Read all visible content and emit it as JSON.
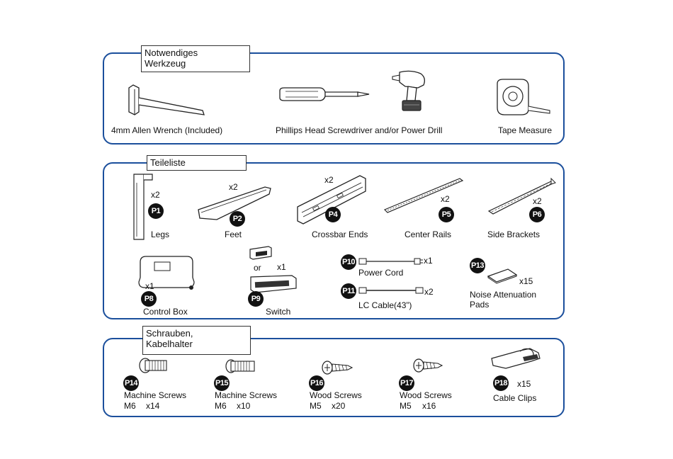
{
  "sections": {
    "tools": {
      "title_line1": "Notwendiges",
      "title_line2": "Werkzeug",
      "items": [
        {
          "label": "4mm Allen Wrench (Included)",
          "icon": "allen-wrench"
        },
        {
          "label": "Phillips Head Screwdriver and/or Power Drill",
          "icon": "screwdriver-drill"
        },
        {
          "label": "Tape Measure",
          "icon": "tape-measure"
        }
      ]
    },
    "parts": {
      "title": "Teileliste",
      "items": [
        {
          "id": "P1",
          "label": "Legs",
          "qty": "x2"
        },
        {
          "id": "P2",
          "label": "Feet",
          "qty": "x2"
        },
        {
          "id": "P4",
          "label": "Crossbar Ends",
          "qty": "x2"
        },
        {
          "id": "P5",
          "label": "Center Rails",
          "qty": "x2"
        },
        {
          "id": "P6",
          "label": "Side Brackets",
          "qty": "x2"
        },
        {
          "id": "P8",
          "label": "Control Box",
          "qty": "x1"
        },
        {
          "id": "P9",
          "label": "Switch",
          "qty": "x1",
          "or": "or"
        },
        {
          "id": "P10",
          "label": "Power Cord",
          "qty": "x1"
        },
        {
          "id": "P11",
          "label": "LC Cable(43”)",
          "qty": "x2"
        },
        {
          "id": "P13",
          "label_line1": "Noise Attenuation",
          "label_line2": "Pads",
          "qty": "x15"
        }
      ]
    },
    "screws": {
      "title_line1": "Schrauben,",
      "title_line2": "Kabelhalter",
      "items": [
        {
          "id": "P14",
          "label": "Machine Screws",
          "size": "M6",
          "qty": "x14"
        },
        {
          "id": "P15",
          "label": "Machine Screws",
          "size": "M6",
          "qty": "x10"
        },
        {
          "id": "P16",
          "label": "Wood Screws",
          "size": "M5",
          "qty": "x20"
        },
        {
          "id": "P17",
          "label": "Wood Screws",
          "size": "M5",
          "qty": "x16"
        },
        {
          "id": "P18",
          "label": "Cable Clips",
          "qty": "x15"
        }
      ]
    }
  },
  "colors": {
    "frame": "#1b4f9c",
    "badge": "#111111"
  }
}
